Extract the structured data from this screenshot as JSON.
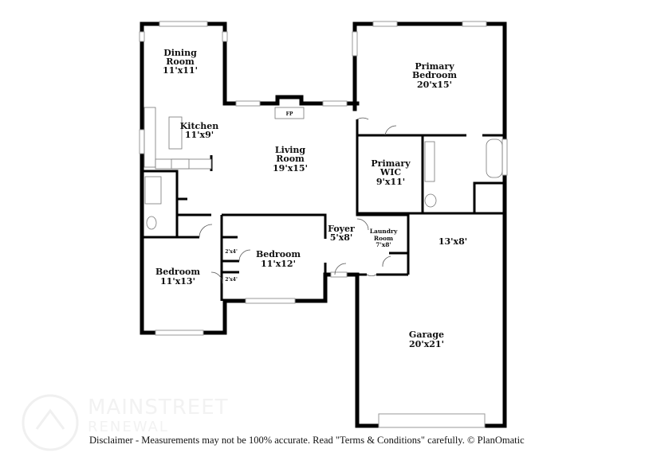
{
  "rooms": {
    "dining": {
      "name1": "Dining",
      "name2": "Room",
      "size": "11'x11'"
    },
    "kitchen": {
      "name": "Kitchen",
      "size": "11'x9'"
    },
    "living": {
      "name1": "Living",
      "name2": "Room",
      "size": "19'x15'"
    },
    "primary_bedroom": {
      "name1": "Primary",
      "name2": "Bedroom",
      "size": "20'x15'"
    },
    "primary_wic": {
      "name1": "Primary",
      "name2": "WIC",
      "size": "9'x11'"
    },
    "foyer": {
      "name": "Foyer",
      "size": "5'x8'"
    },
    "laundry": {
      "name1": "Laundry",
      "name2": "Room",
      "size": "7'x8'"
    },
    "garage_upper": {
      "size": "13'x8'"
    },
    "garage": {
      "name": "Garage",
      "size": "20'x21'"
    },
    "bedroom1": {
      "name": "Bedroom",
      "size": "11'x13'"
    },
    "bedroom2": {
      "name": "Bedroom",
      "size": "11'x12'"
    },
    "closet1": {
      "size": "2'x4'"
    },
    "closet2": {
      "size": "2'x4'"
    },
    "fireplace": {
      "label": "FP"
    }
  },
  "watermark": {
    "line1": "MAINSTREET",
    "line2": "RENEWAL"
  },
  "disclaimer": "Disclaimer - Measurements may not be 100% accurate. Read \"Terms & Conditions\" carefully. © PlanOmatic"
}
